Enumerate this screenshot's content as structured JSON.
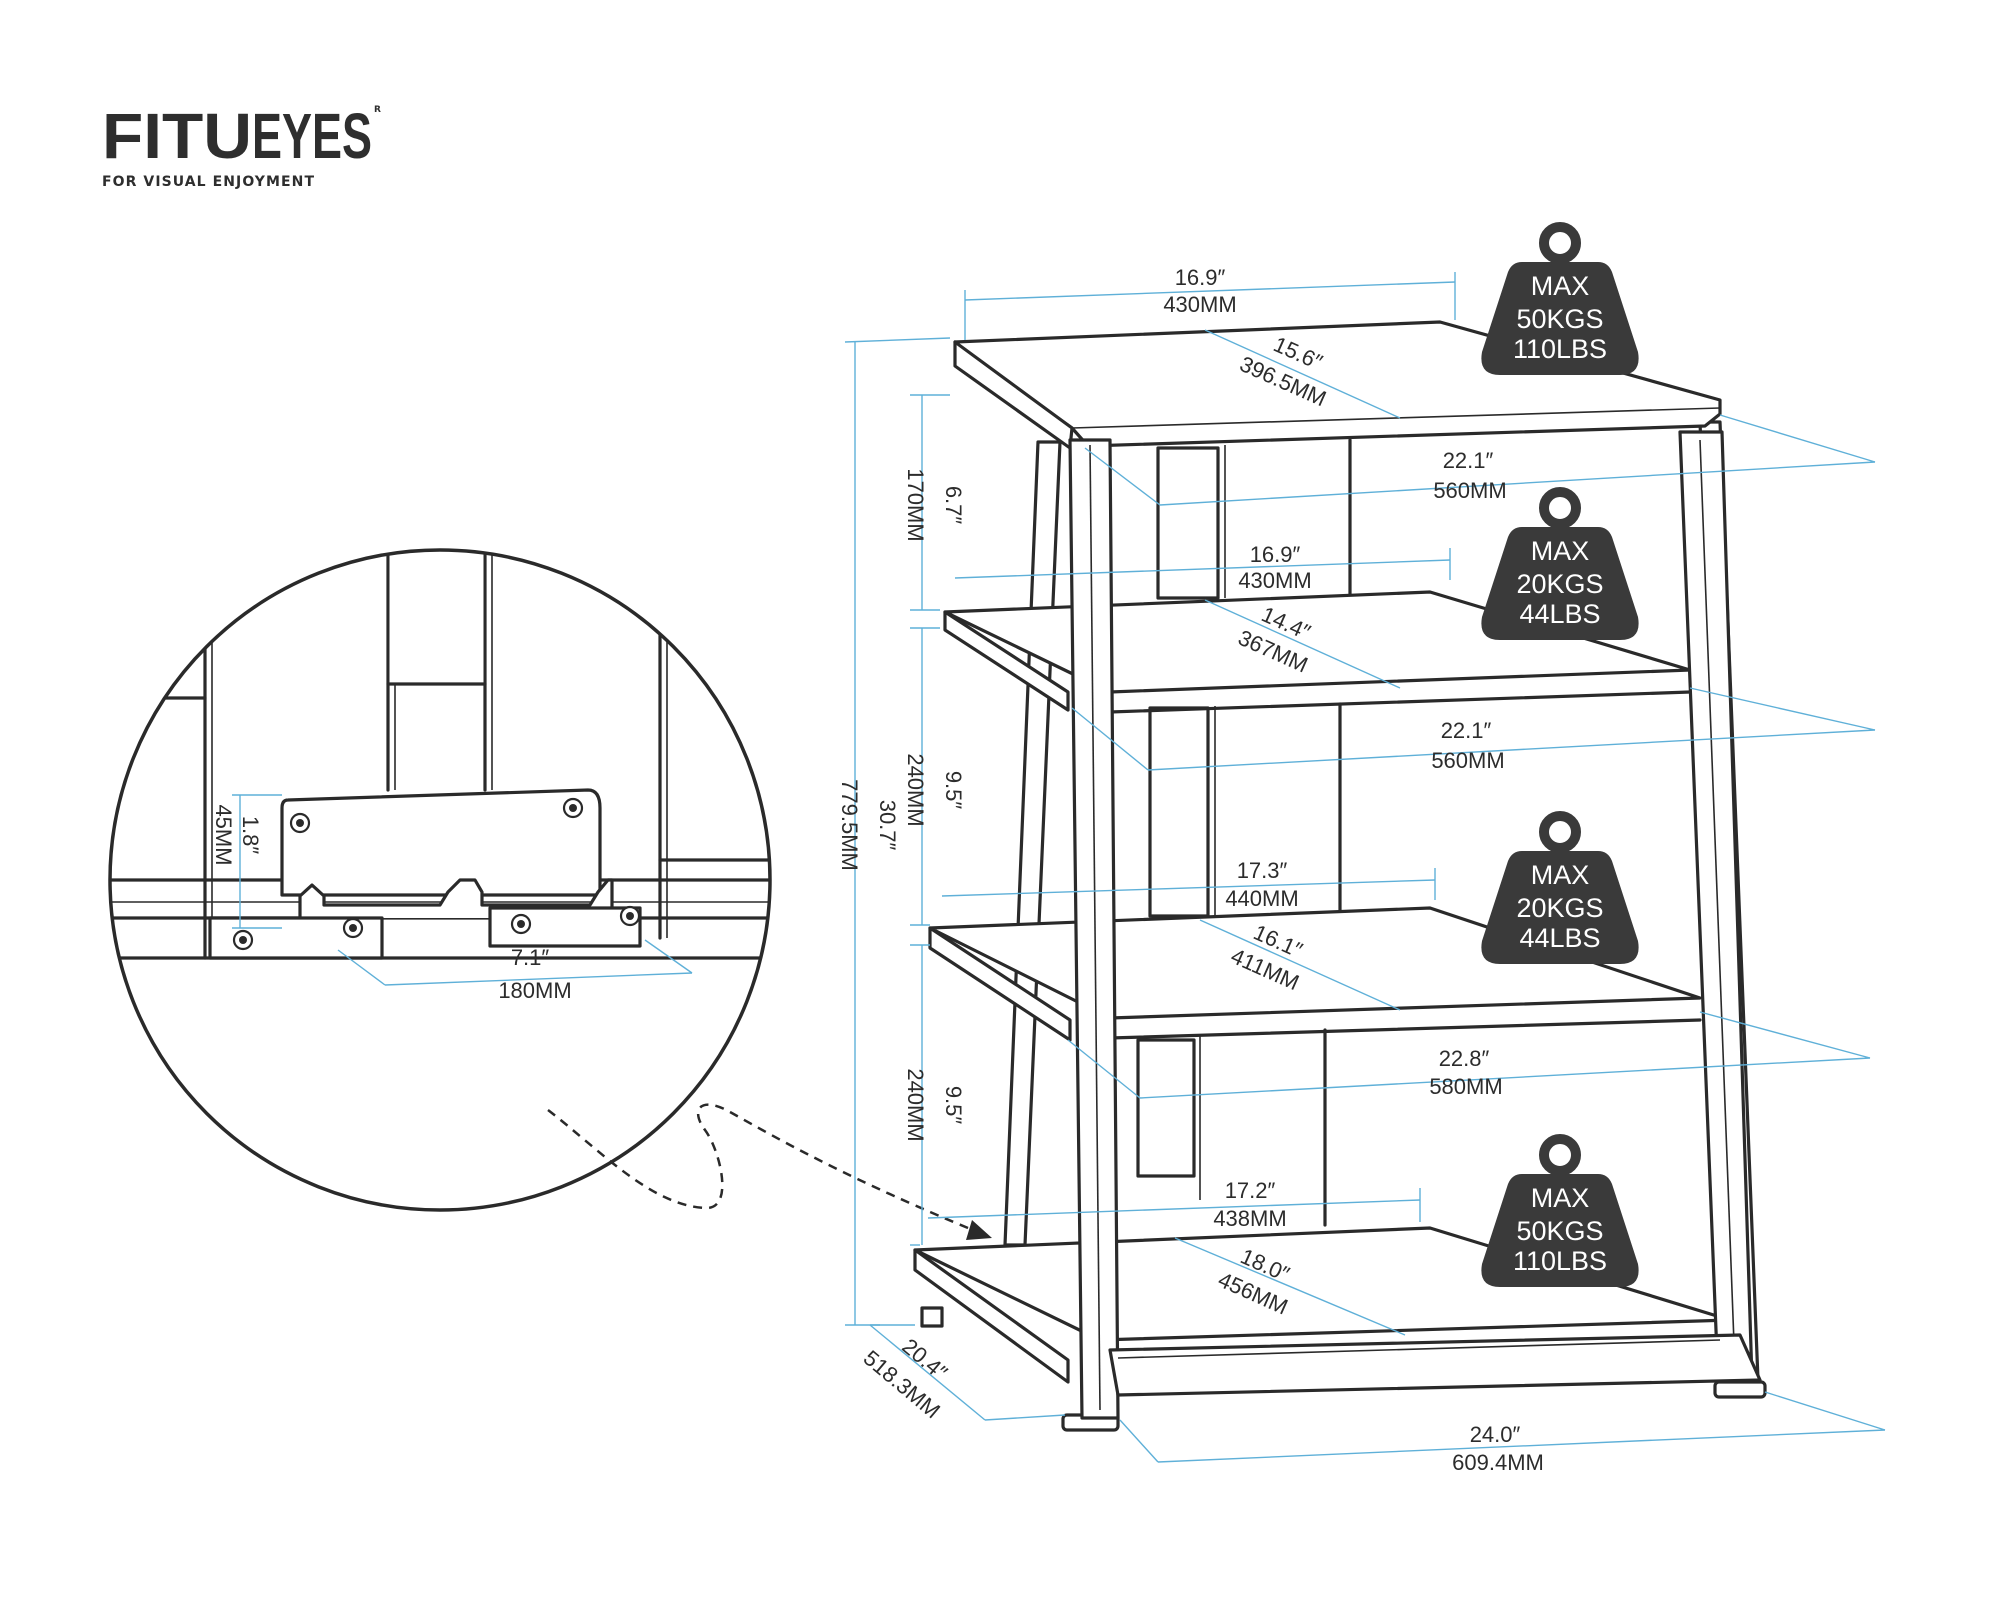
{
  "brand": {
    "name_a": "FITU",
    "name_b": "EYES",
    "reg": "R",
    "tagline": "FOR VISUAL ENJOYMENT"
  },
  "colors": {
    "line": "#2a2a2a",
    "dimension": "#5fb0d8",
    "badge": "#3a3a3a",
    "badge_text": "#ffffff"
  },
  "weights": [
    {
      "line1": "MAX",
      "line2": "50KGS",
      "line3": "110LBS"
    },
    {
      "line1": "MAX",
      "line2": "20KGS",
      "line3": "44LBS"
    },
    {
      "line1": "MAX",
      "line2": "20KGS",
      "line3": "44LBS"
    },
    {
      "line1": "MAX",
      "line2": "50KGS",
      "line3": "110LBS"
    }
  ],
  "dims": {
    "top_width_in": "16.9″",
    "top_width_mm": "430MM",
    "top_depth_in": "15.6″",
    "top_depth_mm": "396.5MM",
    "s1_width_in": "22.1″",
    "s1_width_mm": "560MM",
    "s2_front_in": "16.9″",
    "s2_front_mm": "430MM",
    "s2_depth_in": "14.4″",
    "s2_depth_mm": "367MM",
    "s2_width_in": "22.1″",
    "s2_width_mm": "560MM",
    "s3_front_in": "17.3″",
    "s3_front_mm": "440MM",
    "s3_depth_in": "16.1″",
    "s3_depth_mm": "411MM",
    "s3_width_in": "22.8″",
    "s3_width_mm": "580MM",
    "s4_front_in": "17.2″",
    "s4_front_mm": "438MM",
    "s4_depth_in": "18.0″",
    "s4_depth_mm": "456MM",
    "base_depth_in": "20.4″",
    "base_depth_mm": "518.3MM",
    "base_width_in": "24.0″",
    "base_width_mm": "609.4MM",
    "h1_in": "6.7″",
    "h1_mm": "170MM",
    "h2_in": "9.5″",
    "h2_mm": "240MM",
    "h3_in": "9.5″",
    "h3_mm": "240MM",
    "total_in": "30.7″",
    "total_mm": "779.5MM",
    "bracket_h_in": "1.8″",
    "bracket_h_mm": "45MM",
    "bracket_w_in": "7.1″",
    "bracket_w_mm": "180MM"
  }
}
